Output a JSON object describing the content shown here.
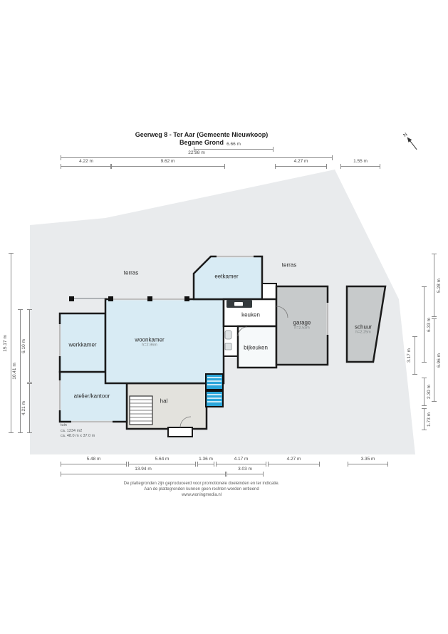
{
  "title": {
    "line1": "Geerweg 8 - Ter Aar (Gemeente Nieuwkoop)",
    "line2": "Begane Grond"
  },
  "compass": {
    "label": "N"
  },
  "rooms": {
    "terras_left": {
      "name": "terras"
    },
    "terras_right": {
      "name": "terras"
    },
    "eetkamer": {
      "name": "eetkamer"
    },
    "keuken": {
      "name": "keuken"
    },
    "woonkamer": {
      "name": "woonkamer",
      "sub": "h=2.96m"
    },
    "werkkamer": {
      "name": "werkkamer"
    },
    "bijkeuken": {
      "name": "bijkeuken"
    },
    "atelier": {
      "name": "atelier/kantoor"
    },
    "hal": {
      "name": "hal"
    },
    "garage": {
      "name": "garage",
      "sub": "h=2.53m"
    },
    "schuur": {
      "name": "schuur",
      "sub": "h=2.25m"
    }
  },
  "garden": {
    "line1": "tuin",
    "line2": "ca. 1234 m2",
    "line3": "ca. 48.0 m x 37.0 m"
  },
  "dims": {
    "t_666": "6.66 m",
    "t_2298": "22.98 m",
    "t_422": "4.22 m",
    "t_962": "9.62 m",
    "t_427": "4.27 m",
    "t_155": "1.55 m",
    "l_1517": "15.17 m",
    "l_1041": "10.41 m",
    "l_610": "6.10 m",
    "l_421": "4.21 m",
    "r_528": "5.28 m",
    "r_696": "6.96 m",
    "r_633": "6.33 m",
    "r_317": "3.17 m",
    "r_230": "2.30 m",
    "r_173": "1.73 m",
    "b_548": "5.48 m",
    "b_564": "5.64 m",
    "b_136": "1.36 m",
    "b_417": "4.17 m",
    "b_427": "4.27 m",
    "b_335": "3.35 m",
    "b_1394": "13.94 m",
    "b_303": "3.03 m"
  },
  "footer": {
    "line1": "De plattegronden zijn geproduceerd voor promotionele doeleinden en ter indicatie.",
    "line2": "Aan de plattegronden kunnen geen rechten worden ontleend",
    "line3": "www.woningmedia.nl"
  },
  "colors": {
    "plot": "#e9ebed",
    "room": "#d8ebf4",
    "outbuilding": "#c7cacb",
    "hal": "#e3e2dd",
    "stairs_blue": "#2ba6da",
    "wall": "#1b1b1b"
  }
}
